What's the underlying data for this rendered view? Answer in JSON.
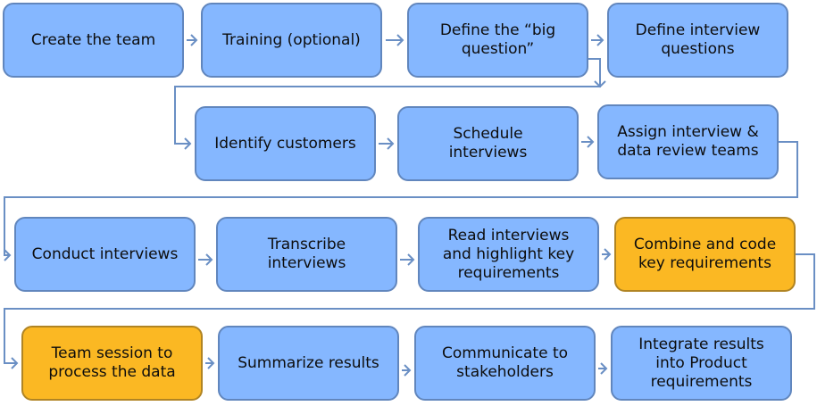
{
  "colors": {
    "step_fill": "#85b7ff",
    "step_border": "#6186bd",
    "highlight_fill": "#fbb823",
    "highlight_border": "#b08423",
    "connector": "#6a8fc4"
  },
  "steps": [
    {
      "label": "Create the team",
      "highlight": false
    },
    {
      "label": "Training (optional)",
      "highlight": false
    },
    {
      "label": "Define the “big\nquestion”",
      "highlight": false
    },
    {
      "label": "Define interview\nquestions",
      "highlight": false
    },
    {
      "label": "Identify customers",
      "highlight": false
    },
    {
      "label": "Schedule\ninterviews",
      "highlight": false
    },
    {
      "label": "Assign interview &\ndata review teams",
      "highlight": false
    },
    {
      "label": "Conduct interviews",
      "highlight": false
    },
    {
      "label": "Transcribe\ninterviews",
      "highlight": false
    },
    {
      "label": "Read interviews\nand highlight key\nrequirements",
      "highlight": false
    },
    {
      "label": "Combine and code\nkey requirements",
      "highlight": true
    },
    {
      "label": "Team session to\nprocess the data",
      "highlight": true
    },
    {
      "label": "Summarize results",
      "highlight": false
    },
    {
      "label": "Communicate to\nstakeholders",
      "highlight": false
    },
    {
      "label": "Integrate results\ninto Product\nrequirements",
      "highlight": false
    }
  ]
}
